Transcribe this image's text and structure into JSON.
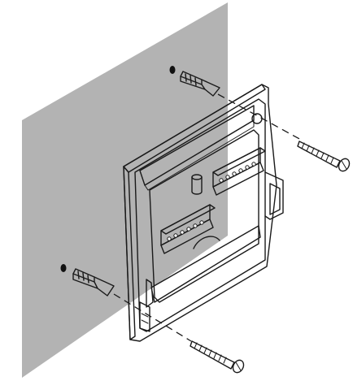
{
  "diagram": {
    "description_visible_text": "",
    "colors": {
      "wall": "#b3b3b3",
      "line": "#1a1a1a",
      "panel": "#ffffff",
      "recess": "#d4d4d4"
    },
    "parts": {
      "wall_plugs": 2,
      "screws": 2,
      "terminal_blocks": 2
    }
  }
}
